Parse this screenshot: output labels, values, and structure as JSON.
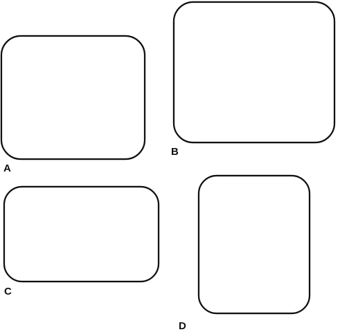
{
  "panels": [
    {
      "key": "A",
      "label": "A"
    },
    {
      "key": "B",
      "label": "B"
    },
    {
      "key": "C",
      "label": "C"
    },
    {
      "key": "D",
      "label": "D"
    }
  ],
  "colors": {
    "ink": "#111111",
    "background": "#ffffff"
  }
}
